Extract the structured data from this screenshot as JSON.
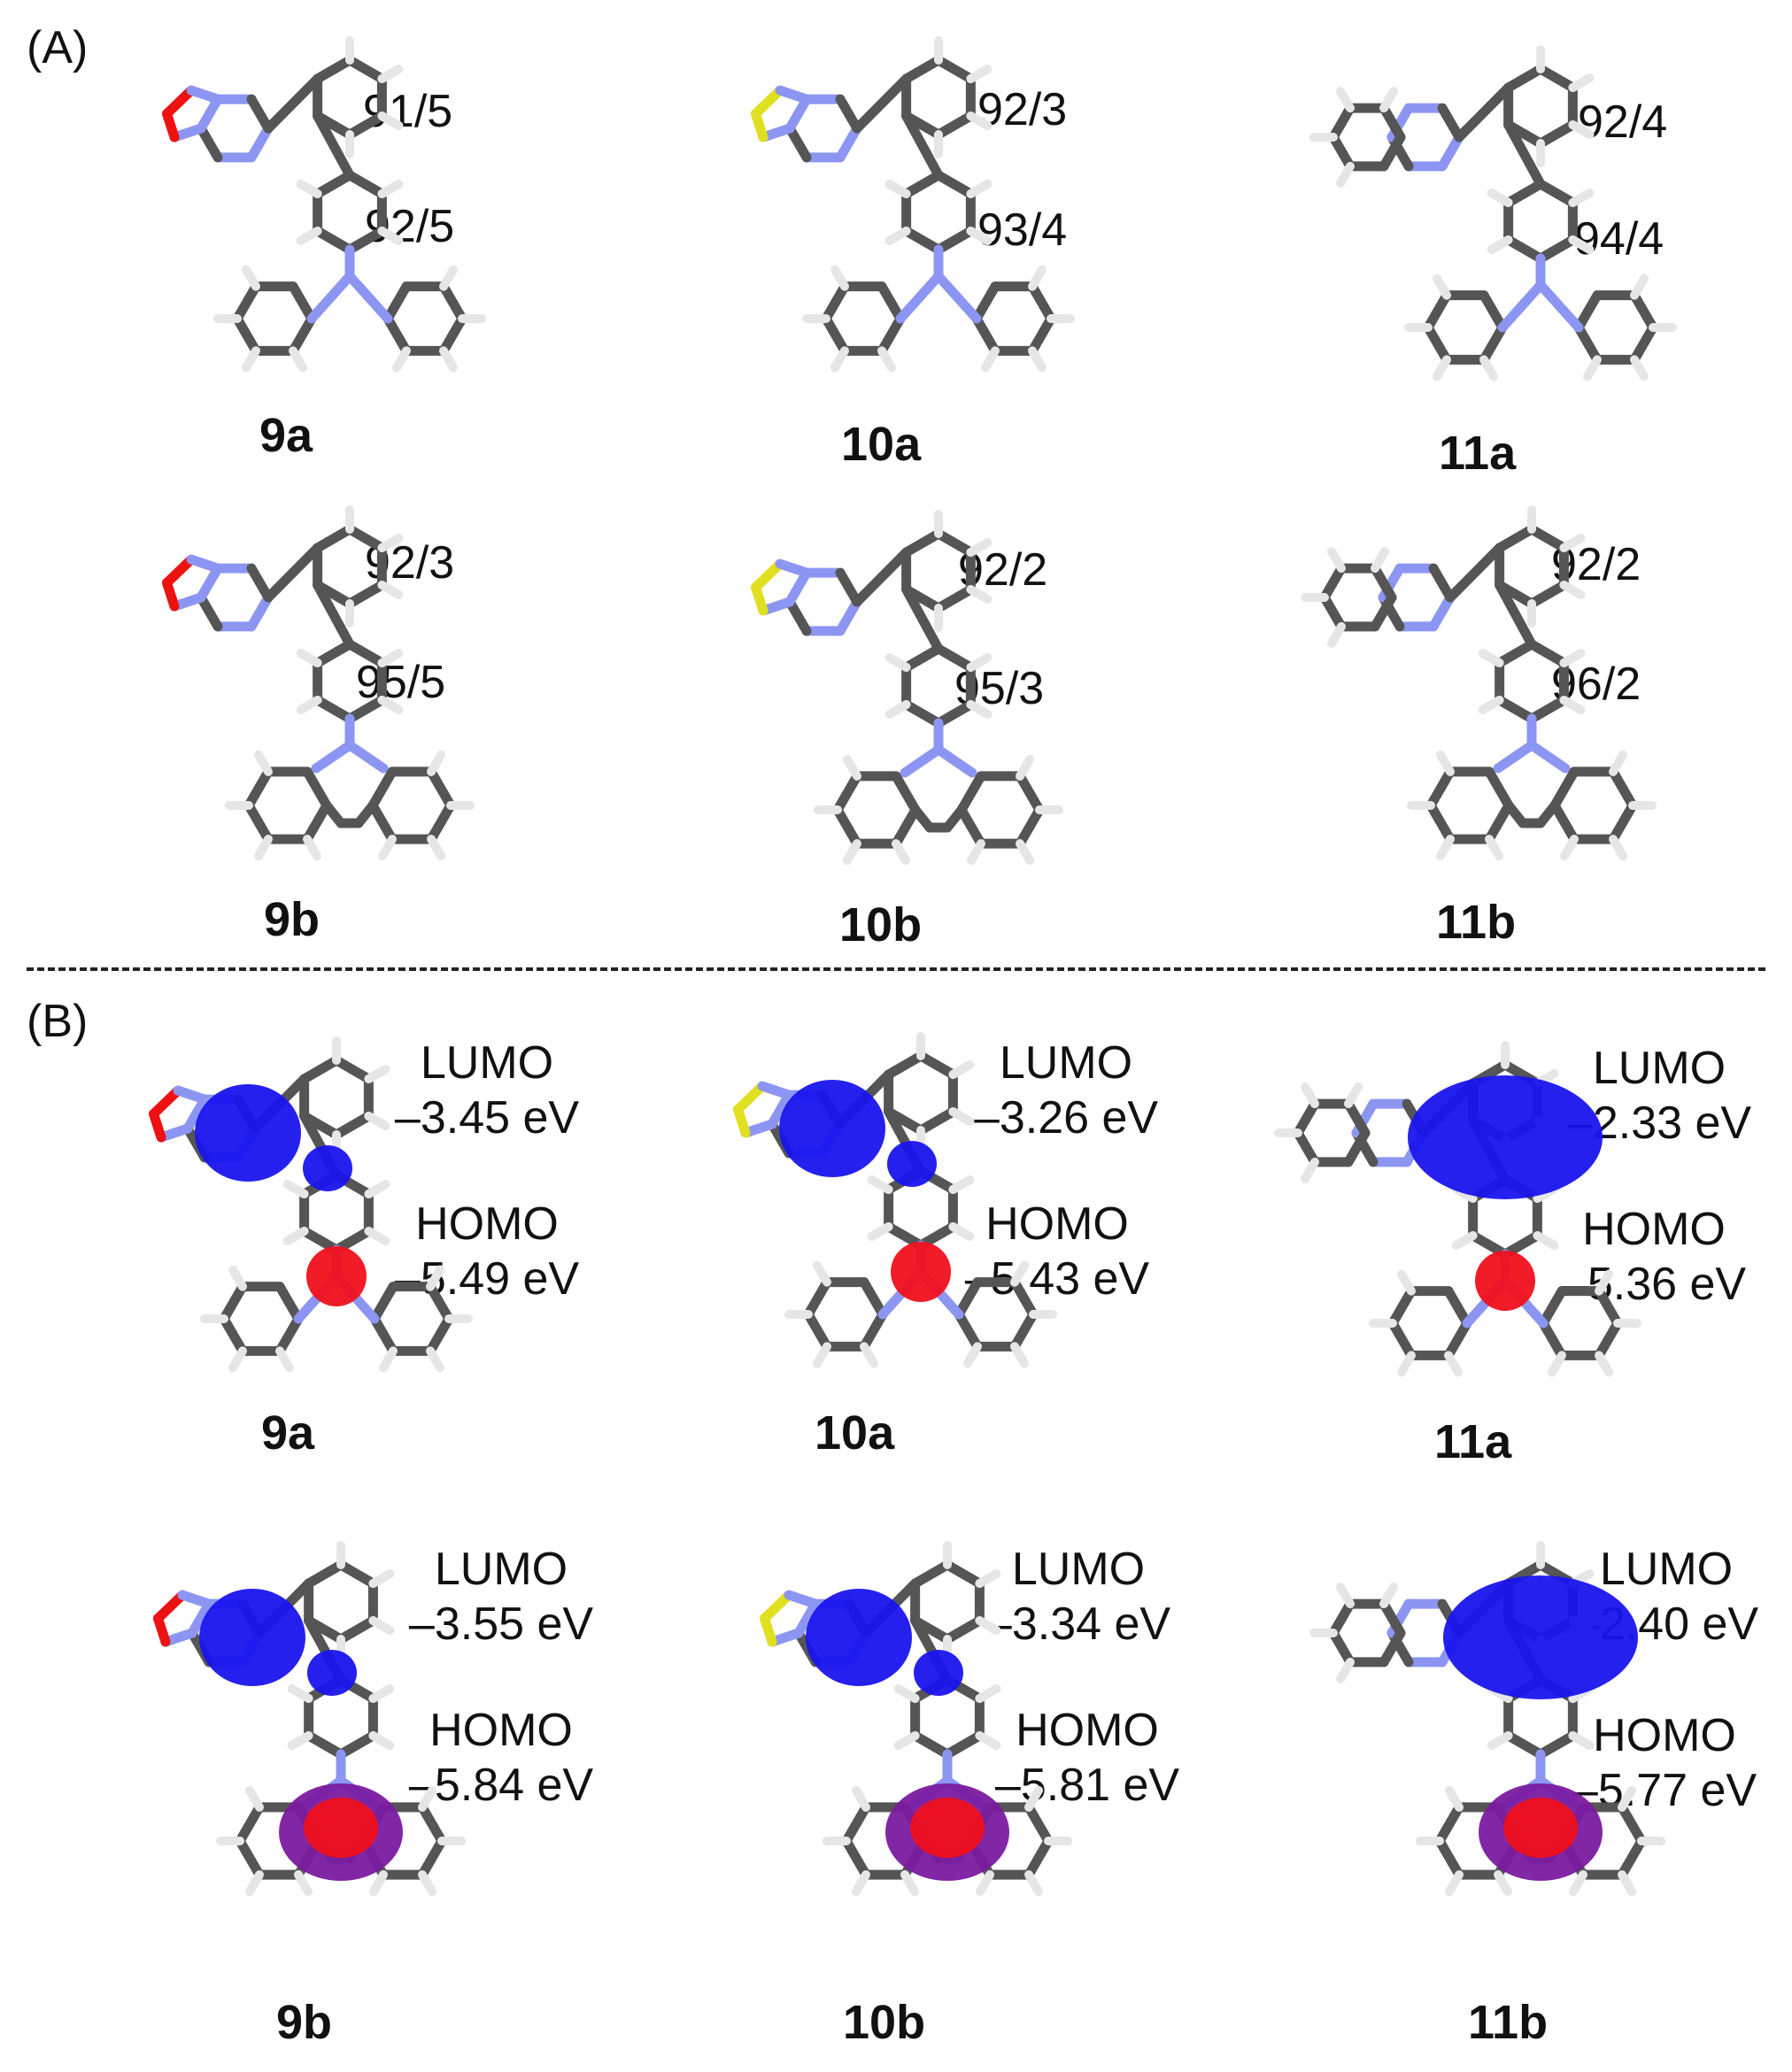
{
  "panel_a": {
    "label": "(A)",
    "compounds": [
      {
        "name": "9a",
        "acceptor": "oxadiazole",
        "donor": "diphenylamine",
        "angles": [
          "91/5",
          "92/5"
        ]
      },
      {
        "name": "10a",
        "acceptor": "thiadiazole",
        "donor": "diphenylamine",
        "angles": [
          "92/3",
          "93/4"
        ]
      },
      {
        "name": "11a",
        "acceptor": "quinoxaline",
        "donor": "diphenylamine",
        "angles": [
          "92/4",
          "94/4"
        ]
      },
      {
        "name": "9b",
        "acceptor": "oxadiazole",
        "donor": "carbazole",
        "angles": [
          "92/3",
          "95/5"
        ]
      },
      {
        "name": "10b",
        "acceptor": "thiadiazole",
        "donor": "carbazole",
        "angles": [
          "92/2",
          "95/3"
        ]
      },
      {
        "name": "11b",
        "acceptor": "quinoxaline",
        "donor": "carbazole",
        "angles": [
          "92/2",
          "96/2"
        ]
      }
    ]
  },
  "panel_b": {
    "label": "(B)",
    "lumo_label": "LUMO",
    "homo_label": "HOMO",
    "compounds": [
      {
        "name": "9a",
        "lumo": "–3.45 eV",
        "homo": "–5.49 eV"
      },
      {
        "name": "10a",
        "lumo": "–3.26 eV",
        "homo": "–5.43 eV"
      },
      {
        "name": "11a",
        "lumo": "–2.33 eV",
        "homo": "–5.36 eV"
      },
      {
        "name": "9b",
        "lumo": "–3.55 eV",
        "homo": "–5.84 eV"
      },
      {
        "name": "10b",
        "lumo": "–3.34 eV",
        "homo": "–5.81 eV"
      },
      {
        "name": "11b",
        "lumo": "–2.40 eV",
        "homo": "–5.77 eV"
      }
    ]
  },
  "colors": {
    "carbon": "#555555",
    "hydrogen": "#e6e6e6",
    "nitrogen": "#8c96f2",
    "oxygen": "#ee1111",
    "sulfur": "#e0e020",
    "lumo_lobe": "#1a14ee",
    "homo_lobe": "#f0101c",
    "mixed_lobe": "#7a1aa0"
  }
}
